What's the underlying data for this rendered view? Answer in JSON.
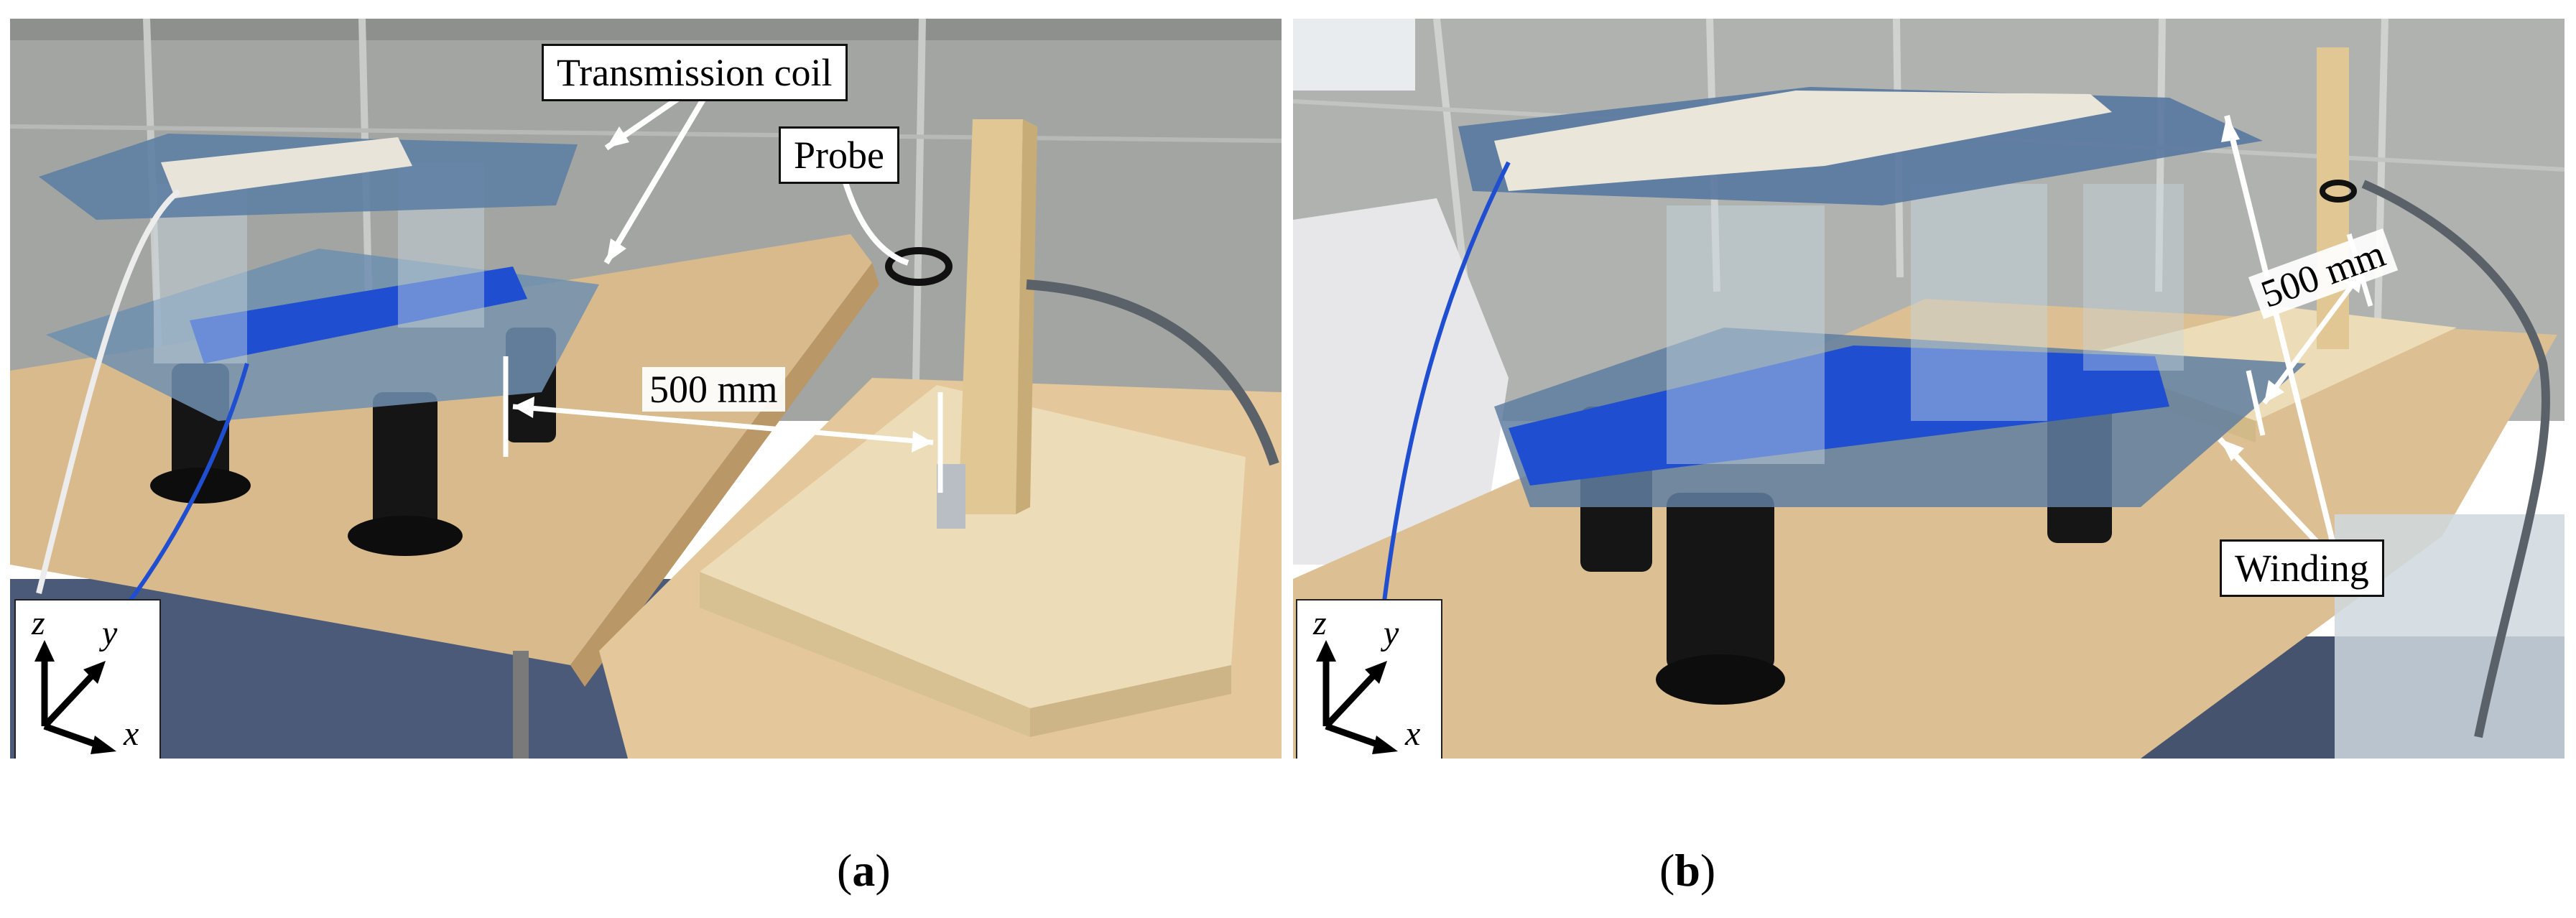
{
  "panel_a": {
    "callouts": {
      "transmission_coil": "Transmission coil",
      "probe": "Probe",
      "distance": "500 mm"
    },
    "axes": {
      "z": "z",
      "y": "y",
      "x": "x"
    },
    "caption": {
      "open": "(",
      "letter": "a",
      "close": ")"
    }
  },
  "panel_b": {
    "callouts": {
      "winding": "Winding",
      "distance": "500 mm"
    },
    "axes": {
      "z": "z",
      "y": "y",
      "x": "x"
    },
    "caption": {
      "open": "(",
      "letter": "b",
      "close": ")"
    }
  },
  "colors": {
    "wall": "#9a9c9a",
    "table": "#d8b98a",
    "acrylic": "#6f8fb0",
    "winding_blue": "#1f4fd0",
    "wood": "#ead9b4",
    "stand": "#111111"
  }
}
